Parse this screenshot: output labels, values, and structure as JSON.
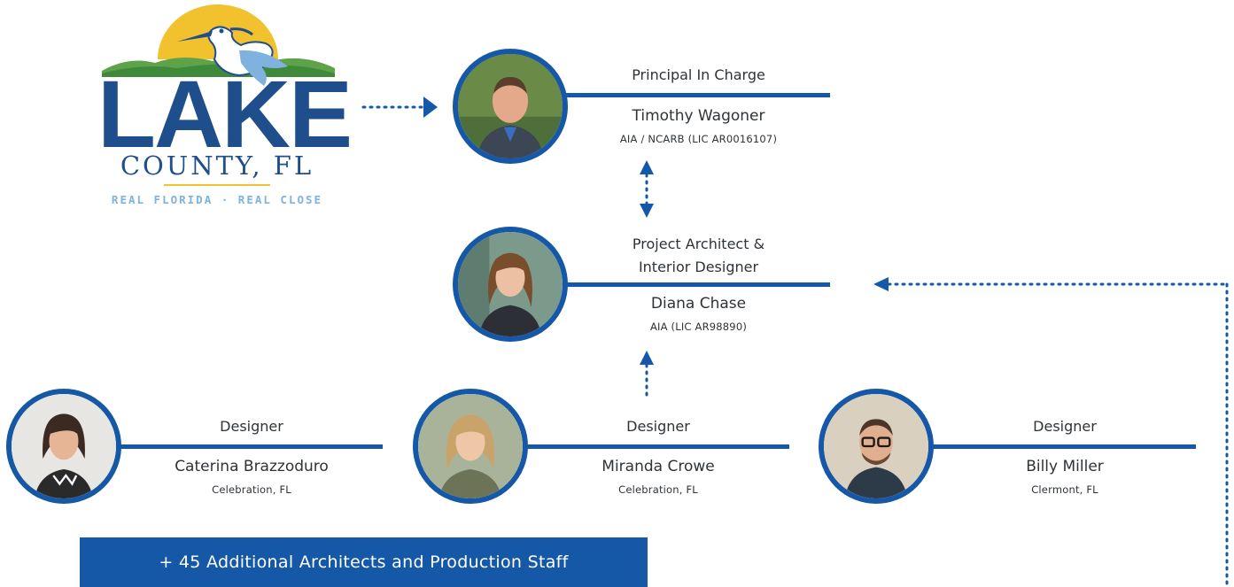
{
  "logo": {
    "title": "LAKE",
    "subtitle": "COUNTY, FL",
    "tagline": "REAL FLORIDA · REAL CLOSE"
  },
  "people": {
    "principal": {
      "role": "Principal In Charge",
      "name": "Timothy Wagoner",
      "credentials": "AIA / NCARB  (LIC AR0016107)"
    },
    "architect": {
      "role_line1": "Project Architect &",
      "role_line2": "Interior Designer",
      "name": "Diana Chase",
      "credentials": "AIA (LIC AR98890)"
    },
    "designer1": {
      "role": "Designer",
      "name": "Caterina Brazzoduro",
      "location": "Celebration, FL"
    },
    "designer2": {
      "role": "Designer",
      "name": "Miranda Crowe",
      "location": "Celebration, FL"
    },
    "designer3": {
      "role": "Designer",
      "name": "Billy Miller",
      "location": "Clermont, FL"
    }
  },
  "banner": {
    "label": "+ 45 Additional Architects and Production Staff"
  },
  "colors": {
    "accent": "#1558a7",
    "logo_navy": "#1f4e8c",
    "logo_sun": "#f2c12e",
    "logo_light_blue": "#7fb2de"
  }
}
